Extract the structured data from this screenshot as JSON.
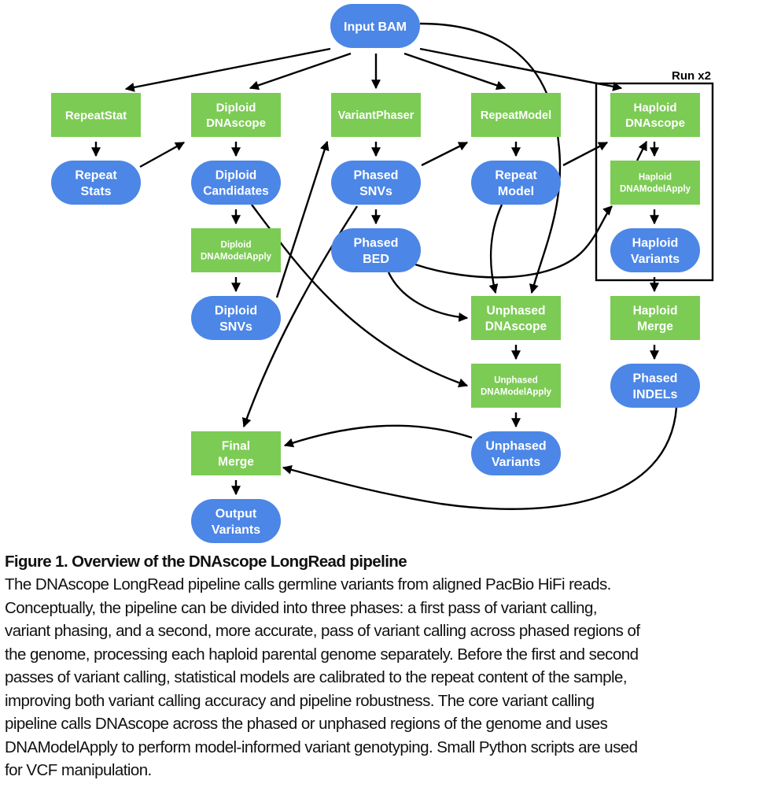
{
  "colors": {
    "process_fill": "#7ccb55",
    "data_fill": "#4c86e6",
    "edge": "#000000",
    "text_on_node": "#ffffff"
  },
  "diagram": {
    "group": {
      "id": "run_x2",
      "label": "Run x2",
      "contains": [
        "haploid_dnascope",
        "haploid_dnamodelapply",
        "haploid_variants"
      ]
    },
    "nodes": [
      {
        "id": "input_bam",
        "type": "data",
        "lines": [
          "Input BAM"
        ]
      },
      {
        "id": "repeatstat",
        "type": "process",
        "lines": [
          "RepeatStat"
        ]
      },
      {
        "id": "diploid_dnascope",
        "type": "process",
        "lines": [
          "Diploid",
          "DNAscope"
        ]
      },
      {
        "id": "variantphaser",
        "type": "process",
        "lines": [
          "VariantPhaser"
        ]
      },
      {
        "id": "repeatmodel",
        "type": "process",
        "lines": [
          "RepeatModel"
        ]
      },
      {
        "id": "haploid_dnascope",
        "type": "process",
        "lines": [
          "Haploid",
          "DNAscope"
        ]
      },
      {
        "id": "repeat_stats",
        "type": "data",
        "lines": [
          "Repeat",
          "Stats"
        ]
      },
      {
        "id": "diploid_candidates",
        "type": "data",
        "lines": [
          "Diploid",
          "Candidates"
        ]
      },
      {
        "id": "phased_snvs",
        "type": "data",
        "lines": [
          "Phased",
          "SNVs"
        ]
      },
      {
        "id": "repeat_model",
        "type": "data",
        "lines": [
          "Repeat",
          "Model"
        ]
      },
      {
        "id": "haploid_dnamodelapply",
        "type": "process",
        "lines": [
          "Haploid",
          "DNAModelApply"
        ]
      },
      {
        "id": "diploid_dnamodelapply",
        "type": "process",
        "lines": [
          "Diploid",
          "DNAModelApply"
        ]
      },
      {
        "id": "phased_bed",
        "type": "data",
        "lines": [
          "Phased",
          "BED"
        ]
      },
      {
        "id": "haploid_variants",
        "type": "data",
        "lines": [
          "Haploid",
          "Variants"
        ]
      },
      {
        "id": "diploid_snvs",
        "type": "data",
        "lines": [
          "Diploid",
          "SNVs"
        ]
      },
      {
        "id": "unphased_dnascope",
        "type": "process",
        "lines": [
          "Unphased",
          "DNAscope"
        ]
      },
      {
        "id": "haploid_merge",
        "type": "process",
        "lines": [
          "Haploid",
          "Merge"
        ]
      },
      {
        "id": "unphased_dnamodelapply",
        "type": "process",
        "lines": [
          "Unphased",
          "DNAModelApply"
        ]
      },
      {
        "id": "phased_indels",
        "type": "data",
        "lines": [
          "Phased",
          "INDELs"
        ]
      },
      {
        "id": "final_merge",
        "type": "process",
        "lines": [
          "Final",
          "Merge"
        ]
      },
      {
        "id": "unphased_variants",
        "type": "data",
        "lines": [
          "Unphased",
          "Variants"
        ]
      },
      {
        "id": "output_variants",
        "type": "data",
        "lines": [
          "Output",
          "Variants"
        ]
      }
    ],
    "edges": [
      {
        "from": "input_bam",
        "to": "repeatstat"
      },
      {
        "from": "input_bam",
        "to": "diploid_dnascope"
      },
      {
        "from": "input_bam",
        "to": "variantphaser"
      },
      {
        "from": "input_bam",
        "to": "repeatmodel"
      },
      {
        "from": "input_bam",
        "to": "haploid_dnascope"
      },
      {
        "from": "input_bam",
        "to": "unphased_dnascope"
      },
      {
        "from": "repeatstat",
        "to": "repeat_stats"
      },
      {
        "from": "repeat_stats",
        "to": "diploid_dnascope"
      },
      {
        "from": "diploid_dnascope",
        "to": "diploid_candidates"
      },
      {
        "from": "diploid_candidates",
        "to": "diploid_dnamodelapply"
      },
      {
        "from": "diploid_candidates",
        "to": "unphased_dnamodelapply"
      },
      {
        "from": "diploid_dnamodelapply",
        "to": "diploid_snvs"
      },
      {
        "from": "diploid_snvs",
        "to": "variantphaser"
      },
      {
        "from": "variantphaser",
        "to": "phased_snvs"
      },
      {
        "from": "phased_snvs",
        "to": "phased_bed"
      },
      {
        "from": "phased_snvs",
        "to": "repeatmodel"
      },
      {
        "from": "phased_snvs",
        "to": "final_merge"
      },
      {
        "from": "repeatmodel",
        "to": "repeat_model"
      },
      {
        "from": "repeat_model",
        "to": "haploid_dnascope"
      },
      {
        "from": "repeat_model",
        "to": "unphased_dnascope"
      },
      {
        "from": "phased_bed",
        "to": "unphased_dnascope"
      },
      {
        "from": "phased_bed",
        "to": "haploid_dnascope"
      },
      {
        "from": "haploid_dnascope",
        "to": "haploid_dnamodelapply"
      },
      {
        "from": "haploid_dnamodelapply",
        "to": "haploid_variants"
      },
      {
        "from": "haploid_variants",
        "to": "haploid_merge"
      },
      {
        "from": "haploid_merge",
        "to": "phased_indels"
      },
      {
        "from": "phased_indels",
        "to": "final_merge"
      },
      {
        "from": "unphased_dnascope",
        "to": "unphased_dnamodelapply"
      },
      {
        "from": "unphased_dnamodelapply",
        "to": "unphased_variants"
      },
      {
        "from": "unphased_variants",
        "to": "final_merge"
      },
      {
        "from": "final_merge",
        "to": "output_variants"
      }
    ]
  },
  "caption": {
    "title": "Figure 1. Overview of the DNAscope LongRead pipeline",
    "lines": [
      "The DNAscope LongRead pipeline calls germline variants from aligned PacBio HiFi reads.",
      "Conceptually, the pipeline can be divided into three phases: a first pass of variant calling,",
      "variant phasing, and a second, more accurate, pass of variant calling across phased regions of",
      "the genome, processing each haploid parental genome separately. Before the first and second",
      "passes of variant calling, statistical models are calibrated to the repeat content of the sample,",
      "improving both variant calling accuracy and pipeline robustness. The core variant calling",
      "pipeline calls DNAscope across the phased or unphased regions of the genome and uses",
      "DNAModelApply to perform model-informed variant genotyping. Small Python scripts are used",
      "for VCF manipulation."
    ]
  }
}
